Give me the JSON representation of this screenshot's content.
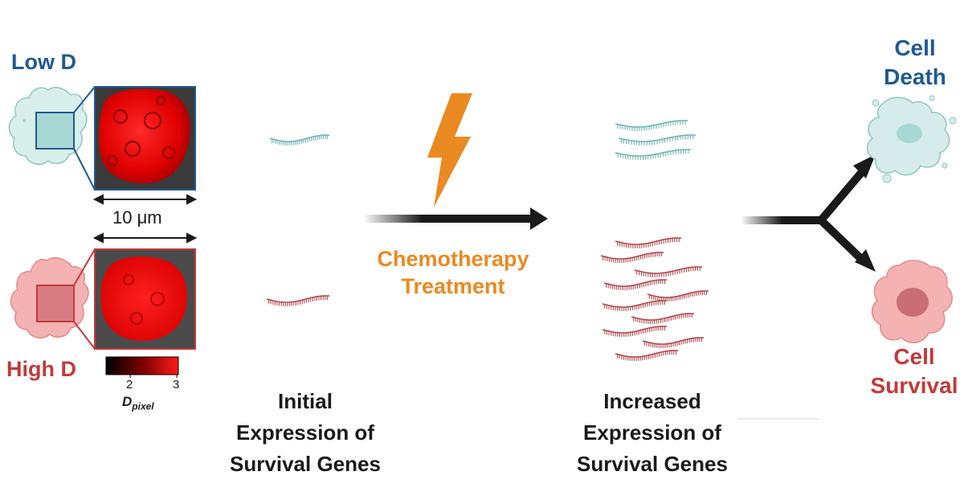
{
  "labels": {
    "low_d": "Low D",
    "high_d": "High D",
    "scale_bar": "10 μm",
    "colorbar_min": "2",
    "colorbar_max": "3",
    "colorbar_symbol": "D",
    "colorbar_subscript": "pixel",
    "treatment_line1": "Chemotherapy",
    "treatment_line2": "Treatment",
    "initial_line1": "Initial",
    "initial_line2": "Expression of",
    "initial_line3": "Survival Genes",
    "increased_line1": "Increased",
    "increased_line2": "Expression of",
    "increased_line3": "Survival Genes",
    "death_line1": "Cell",
    "death_line2": "Death",
    "survival_line1": "Cell",
    "survival_line2": "Survival"
  },
  "colors": {
    "low_d_blue": "#1f5a93",
    "high_d_red": "#c23a3a",
    "chemo_orange": "#e98a22",
    "teal_mrna": "#6fb5b0",
    "red_mrna": "#b04a50",
    "cell_teal": "#d6ecea",
    "cell_pink": "#f2a9ab",
    "arrow_dark": "#1a1a1a"
  },
  "icons": {
    "low_cell": "low-d-cell-icon",
    "high_cell": "high-d-cell-icon",
    "bolt": "lightning-bolt-icon",
    "dead_cell": "cell-death-icon",
    "surviving_cell": "cell-survival-icon",
    "mrna": "mrna-strand-icon"
  }
}
